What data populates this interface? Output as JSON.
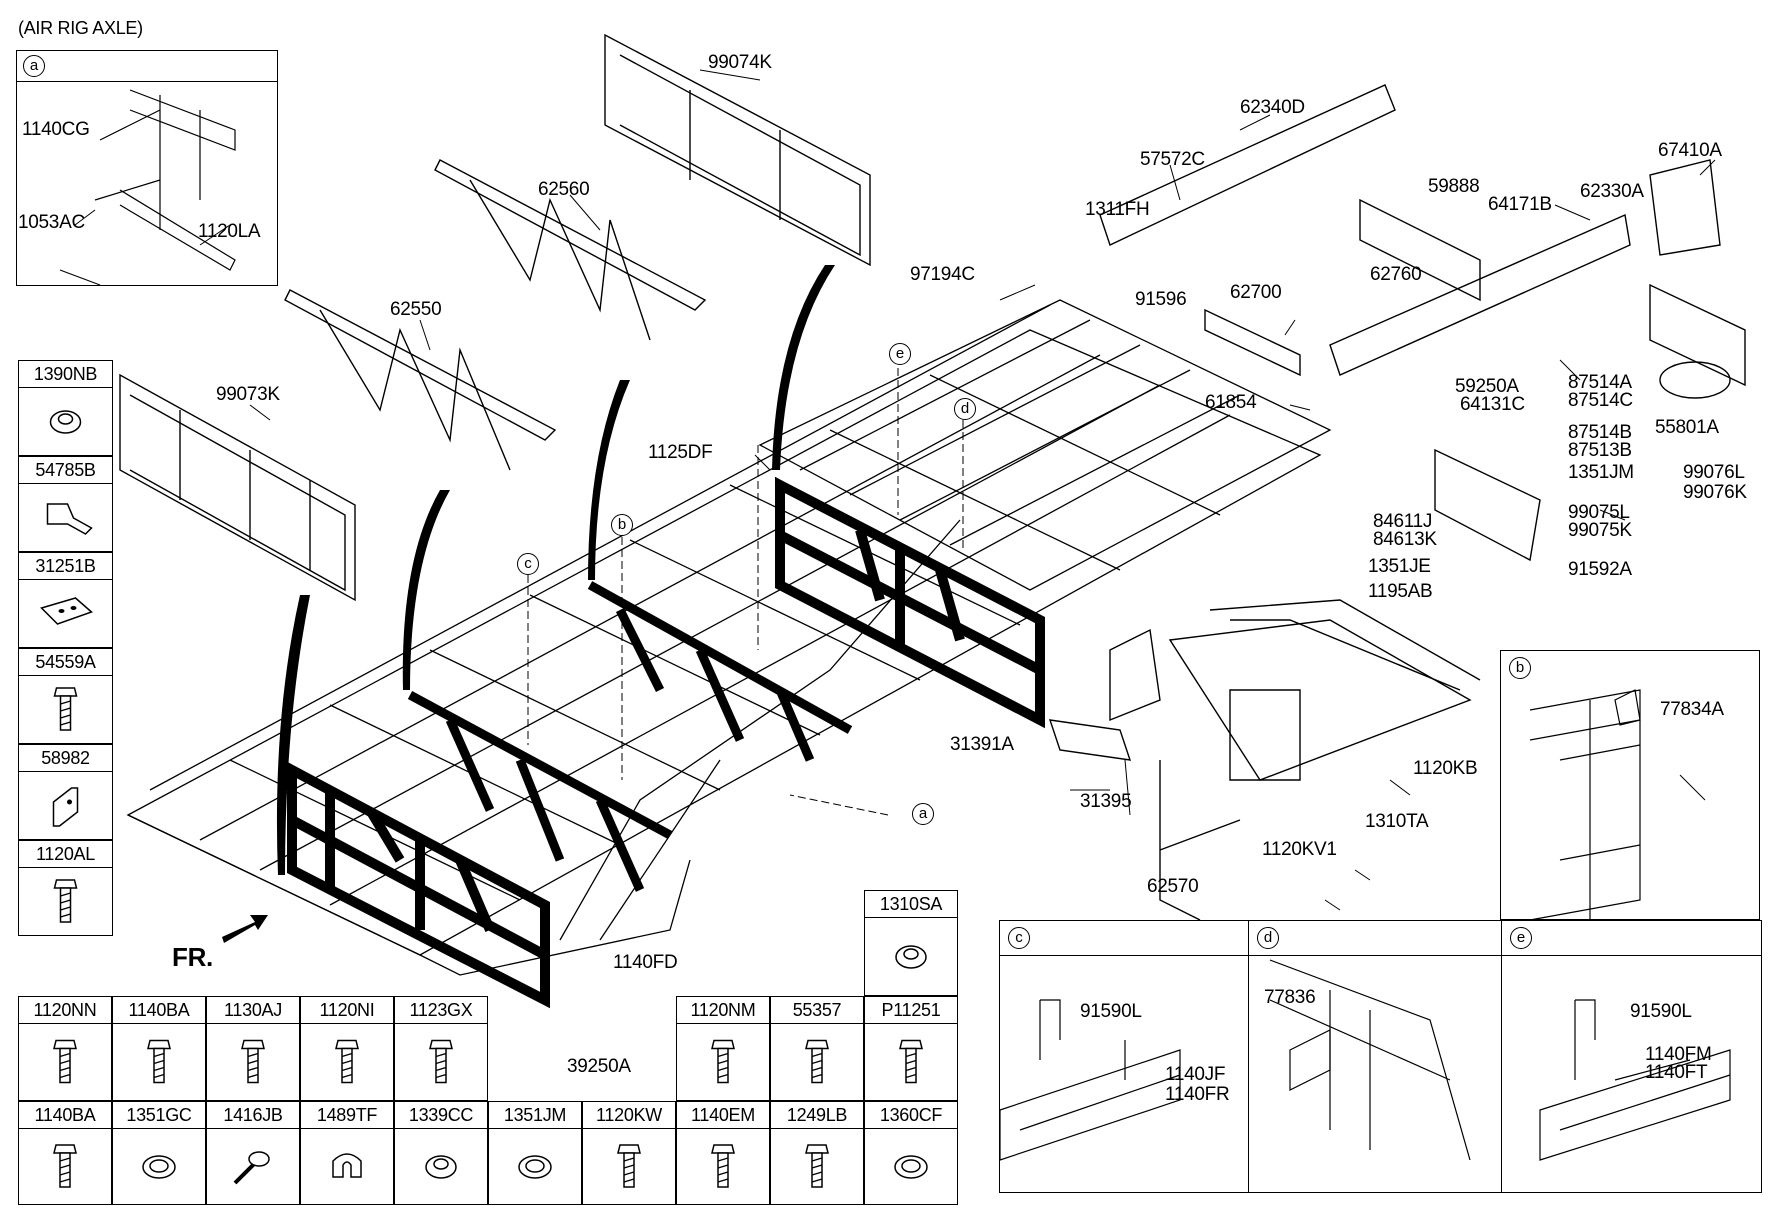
{
  "header": "(AIR RIG AXLE)",
  "front_marker": "FR.",
  "detail_refs": {
    "a": "a",
    "b": "b",
    "c": "c",
    "d": "d",
    "e": "e"
  },
  "callouts": {
    "p99074K": "99074K",
    "p62560": "62560",
    "p62550": "62550",
    "p99073K": "99073K",
    "p62340D": "62340D",
    "p57572C": "57572C",
    "p1311FH": "1311FH",
    "p59888": "59888",
    "p64171B": "64171B",
    "p62330A": "62330A",
    "p67410A": "67410A",
    "p62760": "62760",
    "p97194C": "97194C",
    "p91596": "91596",
    "p62700": "62700",
    "p61854": "61854",
    "p59250A": "59250A",
    "p64131C": "64131C",
    "p87514A": "87514A",
    "p87514C": "87514C",
    "p55801A": "55801A",
    "p87514B": "87514B",
    "p87513B": "87513B",
    "p1351JM": "1351JM",
    "p99076L": "99076L",
    "p99076K": "99076K",
    "p84611J": "84611J",
    "p84613K": "84613K",
    "p99075L": "99075L",
    "p99075K": "99075K",
    "p1351JE": "1351JE",
    "p91592A": "91592A",
    "p1195AB": "1195AB",
    "p1125DF": "1125DF",
    "p31391A": "31391A",
    "p31395": "31395",
    "p1120KB": "1120KB",
    "p1310TA": "1310TA",
    "p1120KV1": "1120KV1",
    "p62570": "62570",
    "p1140FD": "1140FD",
    "p39250A": "39250A",
    "a_1140CG": "1140CG",
    "a_1053AC": "1053AC",
    "a_1120LA": "1120LA",
    "b_77834A": "77834A",
    "c_91590L": "91590L",
    "c_1140JF": "1140JF",
    "c_1140FR": "1140FR",
    "d_77836": "77836",
    "e_91590L": "91590L",
    "e_1140FM": "1140FM",
    "e_1140FT": "1140FT"
  },
  "parts_table": {
    "left_column": [
      "1390NB",
      "54785B",
      "31251B",
      "54559A",
      "58982",
      "1120AL"
    ],
    "row1": [
      "1120NN",
      "1140BA",
      "1130AJ",
      "1120NI",
      "1123GX"
    ],
    "row1_right": [
      "1120NM",
      "55357",
      "P11251"
    ],
    "row1_top_right": "1310SA",
    "row2": [
      "1140BA",
      "1351GC",
      "1416JB",
      "1489TF",
      "1339CC",
      "1351JM",
      "1120KW",
      "1140EM",
      "1249LB",
      "1360CF"
    ]
  }
}
